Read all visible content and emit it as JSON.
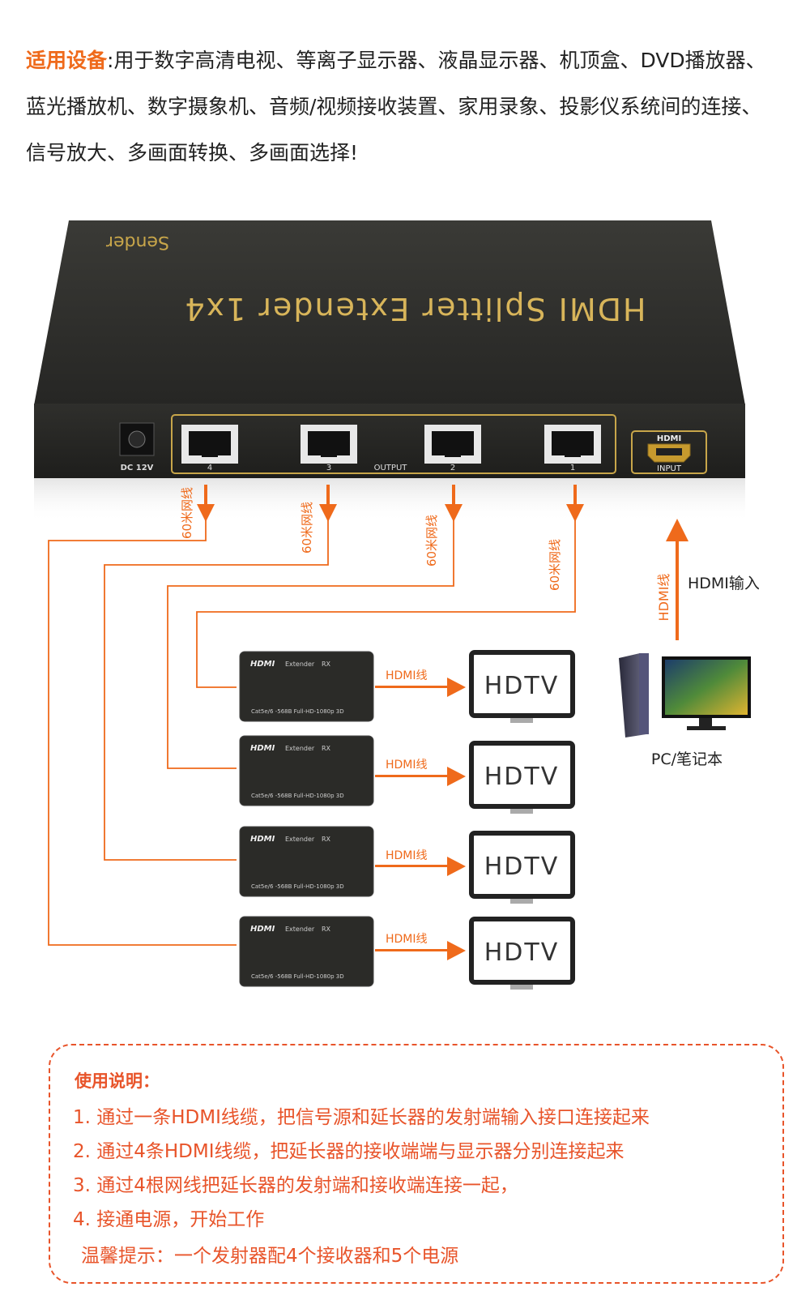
{
  "intro": {
    "label": "适用设备",
    "line1": ":用于数字高清电视、等离子显示器、液晶显示器、机顶盒、DVD播放器、",
    "line2": "蓝光播放机、数字摄象机、音频/视频接收装置、家用录象、投影仪系统间的连接、",
    "line3": "信号放大、多画面转换、多画面选择!"
  },
  "sender": {
    "brand": "Sender",
    "model": "HDMI Splitter Extender 1x4",
    "dc": "DC 12V",
    "output_label": "OUTPUT",
    "ports": [
      "4",
      "3",
      "2",
      "1"
    ],
    "hdmi_top": "HDMI",
    "hdmi_bottom": "INPUT"
  },
  "cables": {
    "network": "60米网线",
    "hdmi_line": "HDMI线",
    "hdmi_input": "HDMI输入"
  },
  "receivers": [
    {
      "logo": "HDMI",
      "title": "Extender",
      "rx": "RX",
      "spec": "Cat5e/6 -568B  Full-HD-1080p 3D",
      "tv": "HDTV"
    },
    {
      "logo": "HDMI",
      "title": "Extender",
      "rx": "RX",
      "spec": "Cat5e/6 -568B  Full-HD-1080p 3D",
      "tv": "HDTV"
    },
    {
      "logo": "HDMI",
      "title": "Extender",
      "rx": "RX",
      "spec": "Cat5e/6 -568B  Full-HD-1080p 3D",
      "tv": "HDTV"
    },
    {
      "logo": "HDMI",
      "title": "Extender",
      "rx": "RX",
      "spec": "Cat5e/6 -568B  Full-HD-1080p 3D",
      "tv": "HDTV"
    }
  ],
  "pc": {
    "label": "PC/笔记本"
  },
  "notes": {
    "title": "使用说明：",
    "items": [
      "1. 通过一条HDMI线缆，把信号源和延长器的发射端输入接口连接起来",
      "2. 通过4条HDMI线缆，把延长器的接收端端与显示器分别连接起来",
      "3. 通过4根网线把延长器的发射端和接收端连接一起，",
      "4. 接通电源，开始工作"
    ],
    "tip": "温馨提示：一个发射器配4个接收器和5个电源"
  },
  "colors": {
    "accent": "#ef6a1b",
    "device": "#2b2b28",
    "gold": "#c8a64a"
  }
}
